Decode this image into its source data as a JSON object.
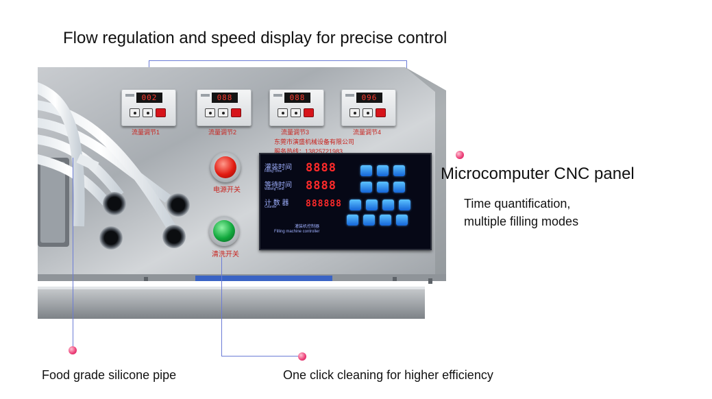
{
  "headline": "Flow regulation and speed display for precise control",
  "callouts": {
    "cnc_title": "Microcomputer CNC panel",
    "cnc_desc_1": "Time quantification,",
    "cnc_desc_2": "multiple filling modes",
    "pipe": "Food grade silicone pipe",
    "cleaning": "One click cleaning for higher efficiency"
  },
  "machine": {
    "meters": [
      {
        "display": "002",
        "label": "流量调节1"
      },
      {
        "display": "088",
        "label": "流量调节2"
      },
      {
        "display": "088",
        "label": "流量调节3"
      },
      {
        "display": "096",
        "label": "流量调节4"
      }
    ],
    "company": "东莞市演盛机械设备有限公司",
    "hotline": "服务热线：13825721983",
    "power_label": "电源开关",
    "clean_label": "清洗开关",
    "cnc": {
      "rows": [
        {
          "cn": "灌装时间",
          "en": "Filling Time",
          "value": "8888"
        },
        {
          "cn": "等待时间",
          "en": "Waiting Time",
          "value": "8888"
        },
        {
          "cn": "计 数 器",
          "en": "Counter",
          "value": "888888"
        }
      ],
      "title_cn": "灌装机控制器",
      "title_en": "Filling machine controller"
    }
  },
  "colors": {
    "accent_dot": "#ec3d76",
    "leader_line": "#6a7bd6",
    "steel": "#b8bcc1",
    "label_red": "#c8231e"
  }
}
